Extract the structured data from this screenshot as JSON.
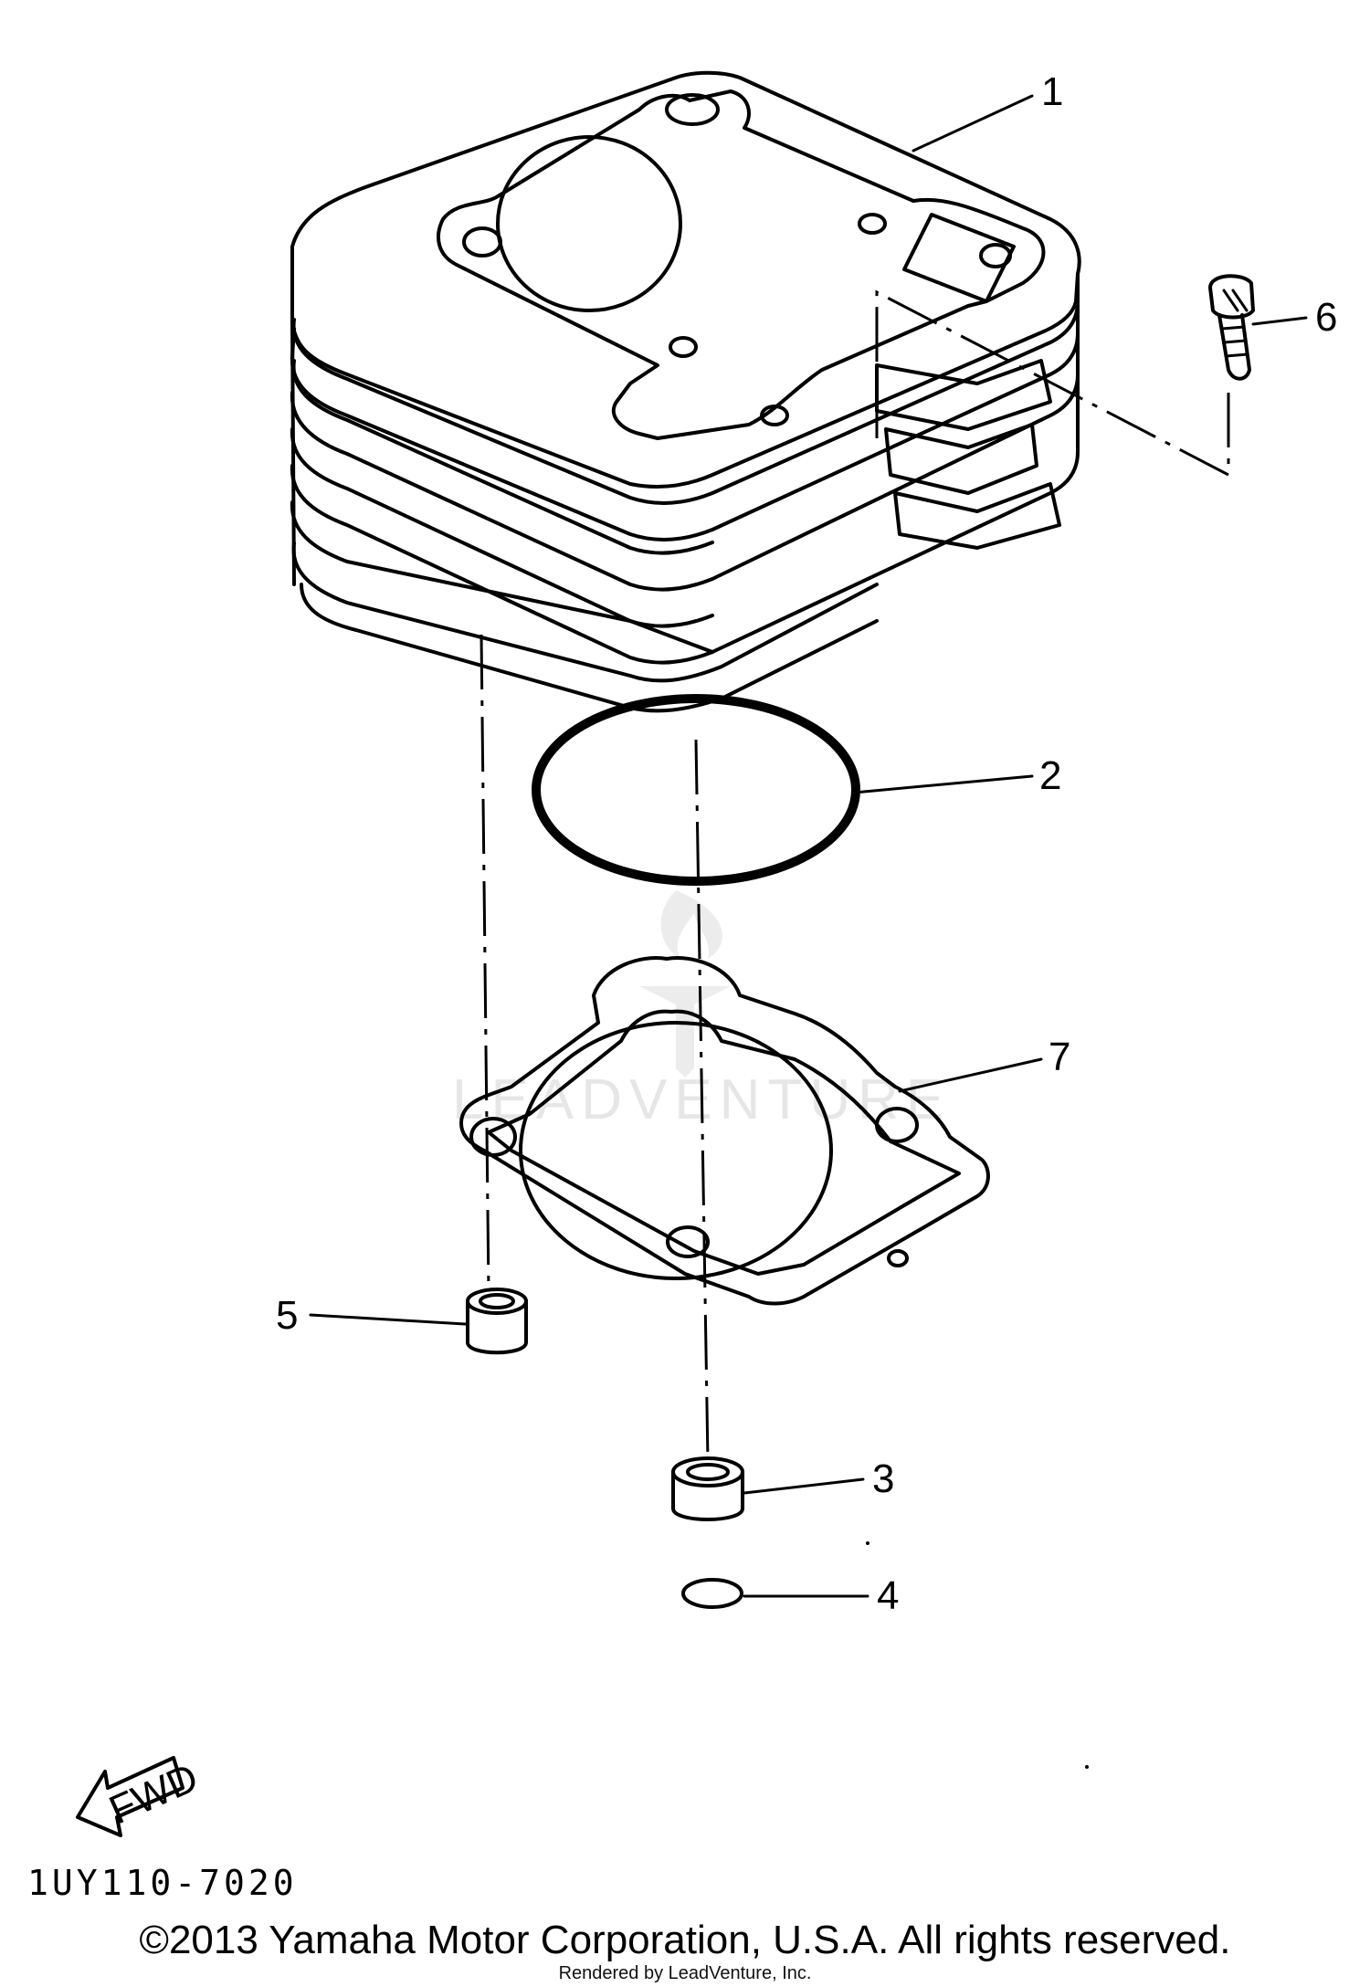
{
  "watermark": "LEADVENTURE",
  "callouts": {
    "c1": "1",
    "c2": "2",
    "c3": "3",
    "c4": "4",
    "c5": "5",
    "c6": "6",
    "c7": "7"
  },
  "fwd_label": "FWD",
  "diagram_code": "1UY110-7020",
  "copyright": "©2013 Yamaha Motor Corporation, U.S.A. All rights reserved.",
  "rendered_by": "Rendered by LeadVenture, Inc."
}
